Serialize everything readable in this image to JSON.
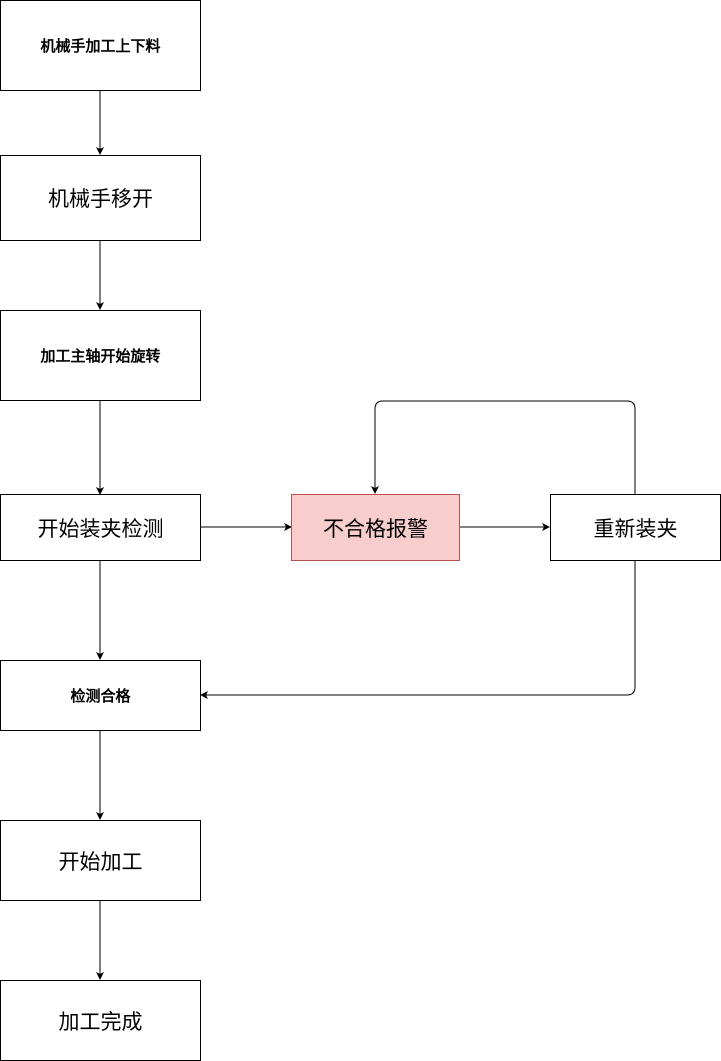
{
  "diagram": {
    "nodes": {
      "robot_load": "机械手加工上下料",
      "robot_move": "机械手移开",
      "spindle_start": "加工主轴开始旋转",
      "clamp_check": "开始装夹检测",
      "reject_alarm": "不合格报警",
      "reclamp": "重新装夹",
      "check_pass": "检测合格",
      "start_machining": "开始加工",
      "machining_done": "加工完成"
    },
    "colors": {
      "alarm_fill": "#f8cecc",
      "alarm_stroke": "#b85450",
      "line": "#000000"
    },
    "edges": [
      {
        "from": "robot_load",
        "to": "robot_move"
      },
      {
        "from": "robot_move",
        "to": "spindle_start"
      },
      {
        "from": "spindle_start",
        "to": "clamp_check"
      },
      {
        "from": "clamp_check",
        "to": "reject_alarm"
      },
      {
        "from": "reject_alarm",
        "to": "reclamp"
      },
      {
        "from": "reclamp",
        "to": "reject_alarm"
      },
      {
        "from": "clamp_check",
        "to": "check_pass"
      },
      {
        "from": "reclamp",
        "to": "check_pass"
      },
      {
        "from": "check_pass",
        "to": "start_machining"
      },
      {
        "from": "start_machining",
        "to": "machining_done"
      }
    ]
  }
}
